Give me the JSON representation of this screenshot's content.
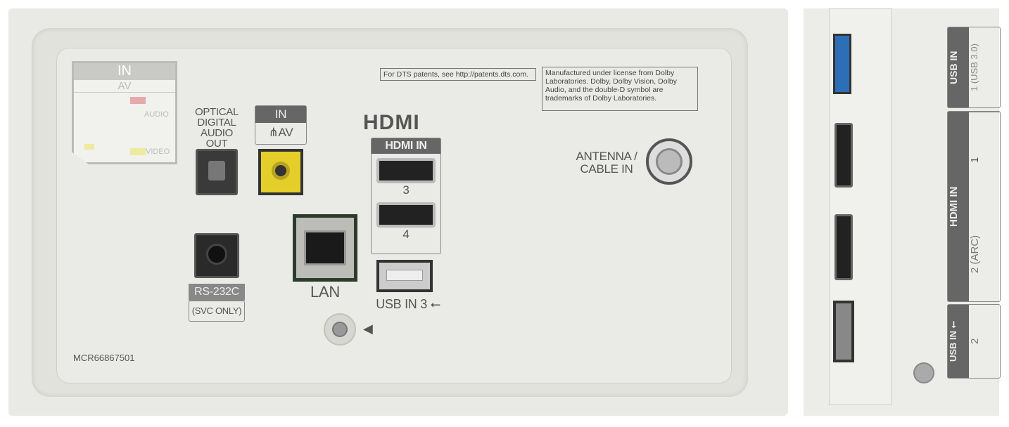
{
  "left_panel": {
    "av_sticker": {
      "header": "IN",
      "sub": "AV",
      "audio": "AUDIO",
      "video": "VIDEO"
    },
    "optical": "OPTICAL DIGITAL AUDIO OUT",
    "av_in": {
      "header": "IN",
      "label": "⋔AV"
    },
    "hdmi_logo": "HDMI",
    "hdmi_in": "HDMI IN",
    "hdmi_ports": [
      "3",
      "4"
    ],
    "lan": "LAN",
    "usb": "USB IN 3 ⭠",
    "rs232": "RS-232C",
    "svc": "(SVC ONLY)",
    "antenna": "ANTENNA / CABLE IN",
    "dts_note": "For DTS patents, see http://patents.dts.com.",
    "dolby_note": "Manufactured under license from Dolby Laboratories. Dolby, Dolby Vision, Dolby Audio, and the double-D symbol are trademarks of Dolby Laboratories.",
    "model": "MCR66867501",
    "arrow": "◀"
  },
  "right_panel": {
    "usb1_header": "USB IN",
    "usb1_label": "1 (USB 3.0)",
    "hdmi_header": "HDMI IN",
    "hdmi1": "1",
    "hdmi2": "2 (ARC)",
    "usb2_header": "USB IN ⭠",
    "usb2_label": "2"
  }
}
